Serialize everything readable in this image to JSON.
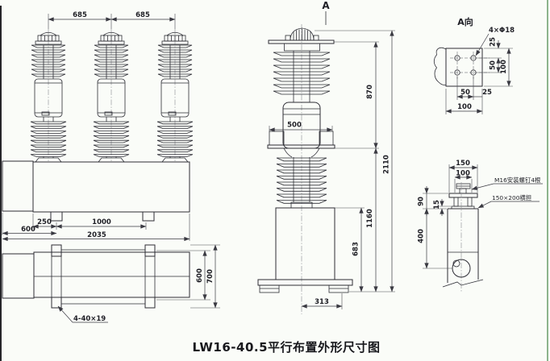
{
  "colors": {
    "background": "#fafcf8",
    "line": "#2d2d35",
    "border_left": "#26262a",
    "border_right": "#8cb48c"
  },
  "title": {
    "text": "LW16-40.5平行布置外形尺寸图"
  },
  "front_view": {
    "dims": {
      "phase_spacing_left": "685",
      "phase_spacing_right": "685",
      "foot_offset": "250",
      "foot_spacing": "1000",
      "box_width": "600",
      "total_width": "2035"
    }
  },
  "plan_view": {
    "dims": {
      "slot_span": "600",
      "base_width": "700"
    },
    "slot_note": "4-40×19"
  },
  "side_view": {
    "view_arrow": "A",
    "dims": {
      "pad_width": "500",
      "upper_height": "870",
      "lower_height": "1160",
      "tank_height": "683",
      "total_height": "2110",
      "foot_span": "313"
    }
  },
  "a_view": {
    "label": "A向",
    "holes_note": "4×Φ18",
    "dims": {
      "edge_to_hole": "25",
      "hole_pitch_v": "50",
      "pad_height": "100",
      "hole_pitch_h": "50",
      "hole_to_edge": "25",
      "pad_length": "100"
    }
  },
  "mount_detail": {
    "notes": {
      "bolts": "M16安装螺钉4根",
      "crossarm": "150×200横担"
    },
    "dims": {
      "plate_width": "150",
      "channel_width": "100",
      "bracket_height": "90",
      "pad_thickness": "15",
      "hole_depth": "400"
    }
  }
}
